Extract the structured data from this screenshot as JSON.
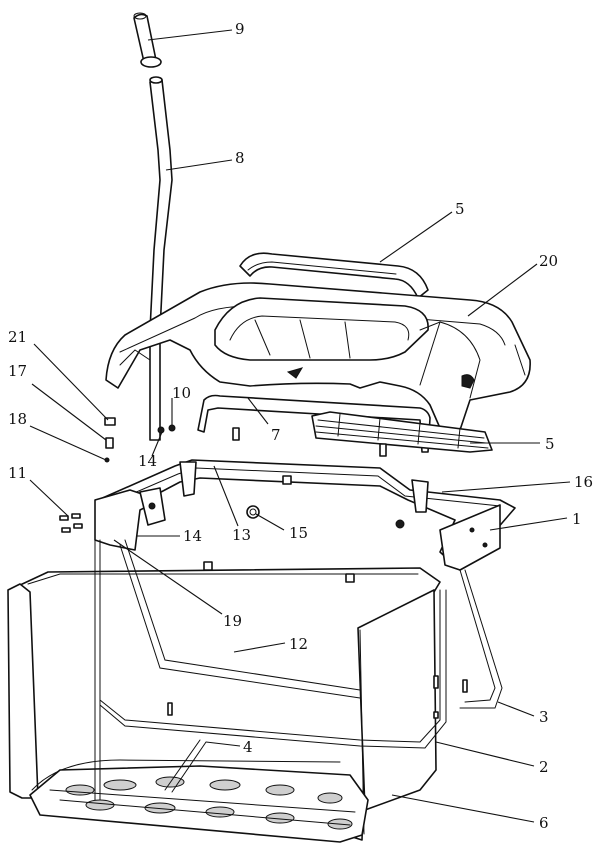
{
  "diagram": {
    "callouts": [
      {
        "id": "9",
        "text": "9"
      },
      {
        "id": "8",
        "text": "8"
      },
      {
        "id": "5a",
        "text": "5"
      },
      {
        "id": "20",
        "text": "20"
      },
      {
        "id": "21",
        "text": "21"
      },
      {
        "id": "10",
        "text": "10"
      },
      {
        "id": "17",
        "text": "17"
      },
      {
        "id": "7",
        "text": "7"
      },
      {
        "id": "18",
        "text": "18"
      },
      {
        "id": "14a",
        "text": "14"
      },
      {
        "id": "5b",
        "text": "5"
      },
      {
        "id": "11",
        "text": "11"
      },
      {
        "id": "16",
        "text": "16"
      },
      {
        "id": "13",
        "text": "13"
      },
      {
        "id": "15",
        "text": "15"
      },
      {
        "id": "1",
        "text": "1"
      },
      {
        "id": "14b",
        "text": "14"
      },
      {
        "id": "19",
        "text": "19"
      },
      {
        "id": "12",
        "text": "12"
      },
      {
        "id": "3",
        "text": "3"
      },
      {
        "id": "4",
        "text": "4"
      },
      {
        "id": "2",
        "text": "2"
      },
      {
        "id": "6",
        "text": "6"
      }
    ]
  }
}
